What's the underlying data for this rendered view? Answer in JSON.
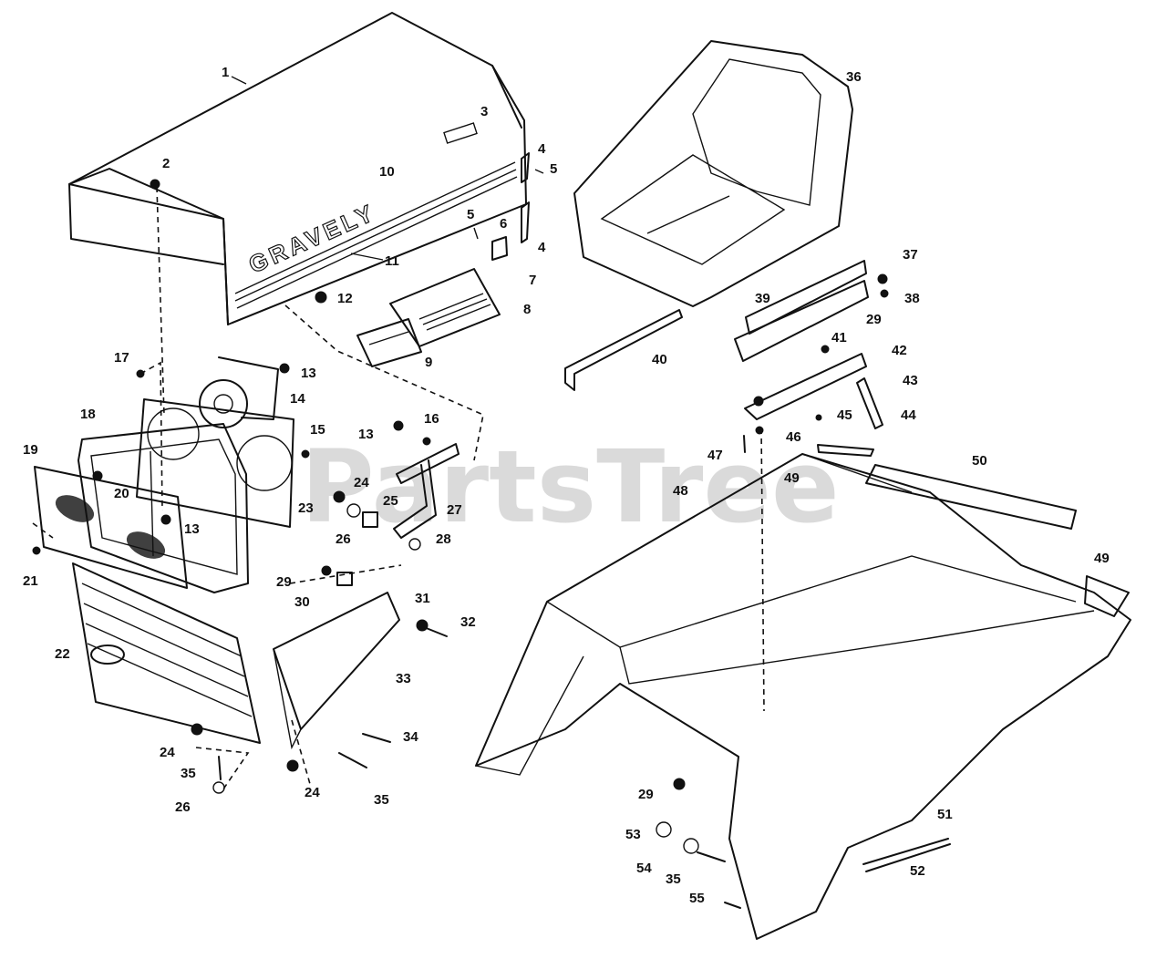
{
  "diagram": {
    "watermark": "PartsTree",
    "brand_logo_text": "GRAVELY",
    "callouts": [
      "1",
      "2",
      "3",
      "4",
      "5",
      "4",
      "5",
      "6",
      "7",
      "8",
      "9",
      "10",
      "11",
      "12",
      "13",
      "14",
      "13",
      "13",
      "13",
      "15",
      "16",
      "17",
      "18",
      "19",
      "20",
      "21",
      "22",
      "23",
      "24",
      "24",
      "24",
      "25",
      "26",
      "26",
      "27",
      "28",
      "29",
      "29",
      "29",
      "30",
      "31",
      "32",
      "33",
      "34",
      "35",
      "35",
      "35",
      "36",
      "37",
      "38",
      "39",
      "40",
      "41",
      "42",
      "43",
      "44",
      "45",
      "46",
      "47",
      "48",
      "49",
      "49",
      "50",
      "51",
      "52",
      "53",
      "54",
      "55"
    ]
  }
}
